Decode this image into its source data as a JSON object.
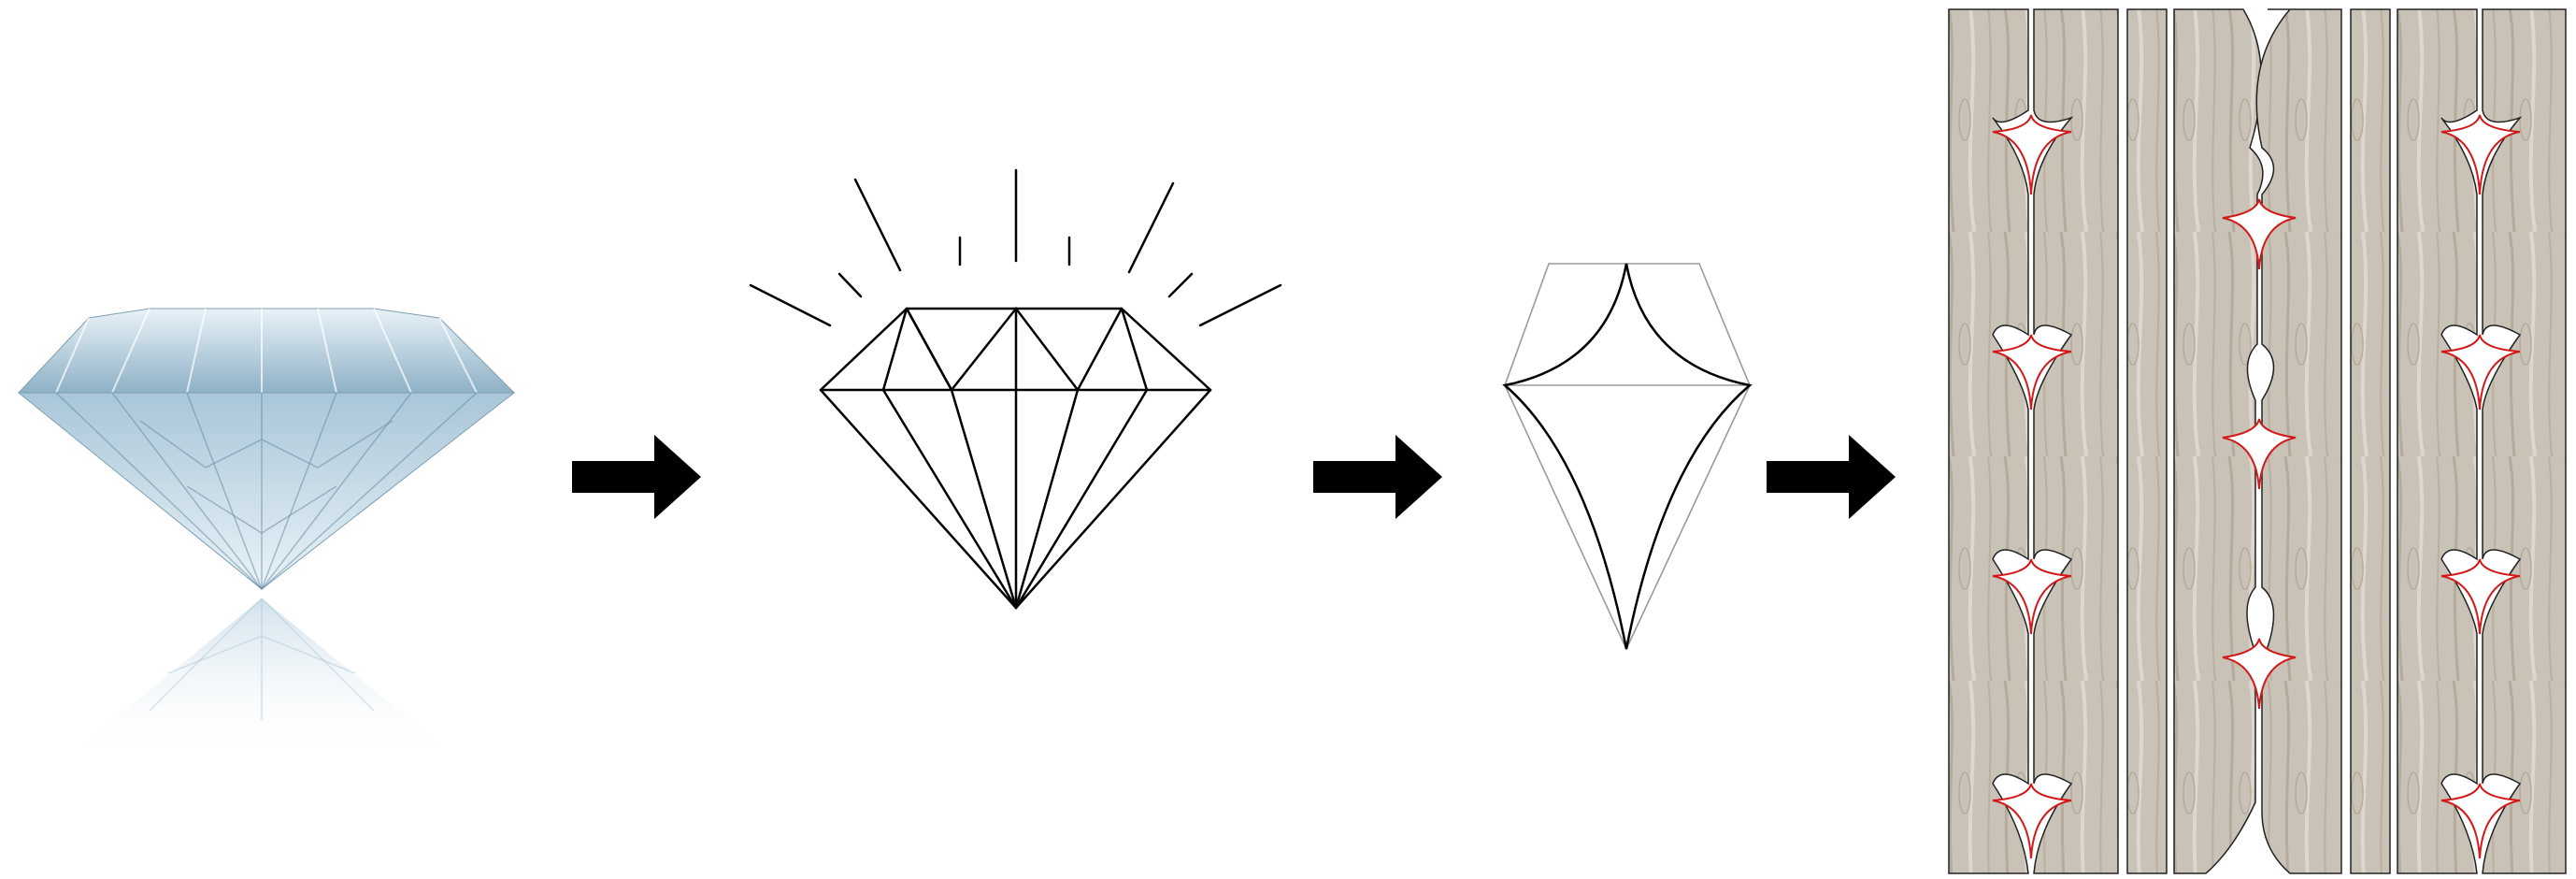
{
  "colors": {
    "background": "#ffffff",
    "line": "#000000",
    "guide": "#9a9a9a",
    "accent_red": "#d11b1b",
    "wood": "#c9c2b6",
    "wood_dark": "#b4ab9d",
    "wood_light": "#ddd7cd",
    "gem": "#b9d3e3",
    "gem_dark": "#6f93ab"
  },
  "steps": [
    {
      "name": "photo-diamond",
      "icon": "diamond-photo"
    },
    {
      "name": "line-drawing-diamond",
      "icon": "diamond-outline-icon"
    },
    {
      "name": "curved-lozenge",
      "icon": "curved-diamond-shape"
    },
    {
      "name": "wood-panel-pattern",
      "icon": "slatted-wood-panels"
    }
  ],
  "arrows": 3
}
